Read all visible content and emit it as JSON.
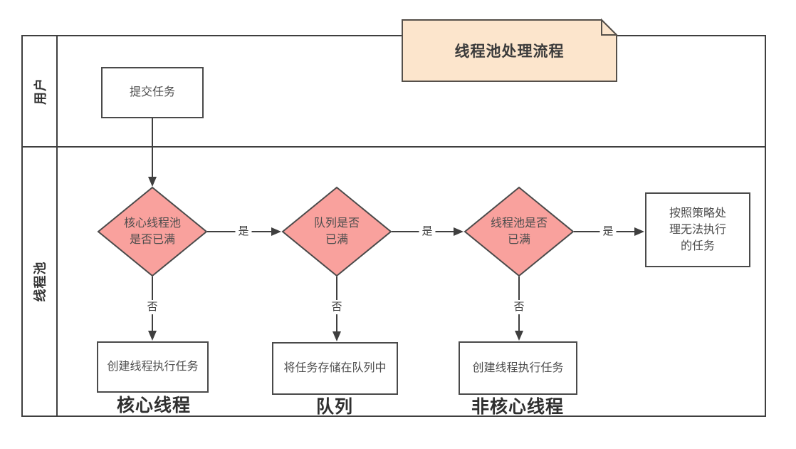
{
  "title": "线程池处理流程",
  "lanes": [
    {
      "label": "用户"
    },
    {
      "label": "线程池"
    }
  ],
  "nodes": {
    "submit": "提交任务",
    "core_action": "创建线程执行任务",
    "queue_action": "将任务存储在队列中",
    "noncore_action": "创建线程执行任务"
  },
  "decisions": [
    {
      "lines": [
        "核心线程池",
        "是否已满"
      ]
    },
    {
      "lines": [
        "队列是否",
        "已满"
      ]
    },
    {
      "lines": [
        "线程池是否",
        "已满"
      ]
    }
  ],
  "strategy_box": {
    "lines": [
      "按照策略处",
      "理无法执行",
      "的任务"
    ]
  },
  "edge_labels": {
    "yes": "是",
    "no": "否"
  },
  "section_labels": [
    {
      "label": "核心线程"
    },
    {
      "label": "队列"
    },
    {
      "label": "非核心线程"
    }
  ],
  "colors": {
    "decision_fill": "#F9A19D",
    "note_fill": "#FCE5CC",
    "stroke": "#3F3F3F"
  }
}
